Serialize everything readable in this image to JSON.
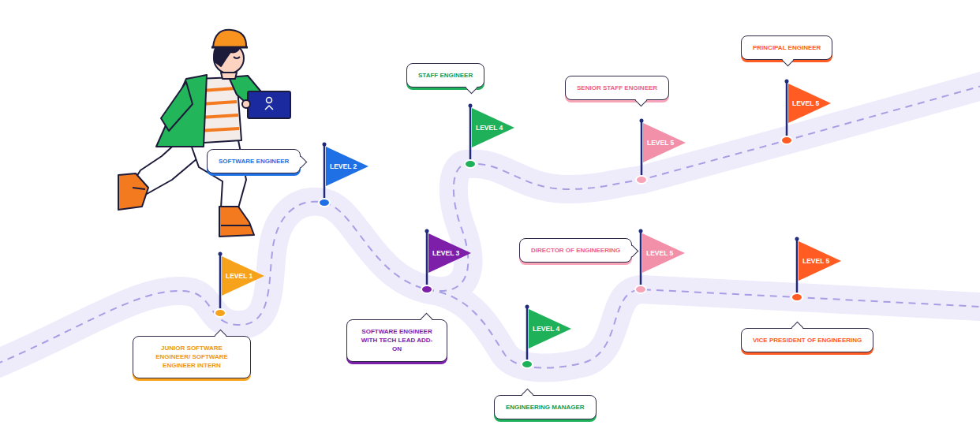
{
  "diagram": {
    "nodes": [
      {
        "text": [
          "JUNIOR SOFTWARE ENGINEER/ SOFTWARE ENGINEER INTERN"
        ]
      },
      {
        "text": [
          "LEVEL 1"
        ]
      },
      {
        "text": [
          "SOFTWARE ENGINEER"
        ]
      },
      {
        "text": [
          "LEVEL 2"
        ]
      },
      {
        "text": [
          "SOFTWARE ENGINEER WITH TECH LEAD ADD-ON"
        ]
      },
      {
        "text": [
          "LEVEL 3"
        ]
      },
      {
        "text": [
          "STAFF ENGINEER"
        ]
      },
      {
        "text": [
          "LEVEL 4"
        ]
      },
      {
        "text": [
          "ENGINEERING MANAGER"
        ]
      },
      {
        "text": [
          "LEVEL 4"
        ]
      },
      {
        "text": [
          "SENIOR STAFF ENGINEER"
        ]
      },
      {
        "text": [
          "LEVEL 5"
        ]
      },
      {
        "text": [
          "DIRECTOR OF ENGINEERING"
        ]
      },
      {
        "text": [
          "LEVEL 5"
        ]
      },
      {
        "text": [
          "PRINCIPAL ENGINEER"
        ]
      },
      {
        "text": [
          "LEVEL 5"
        ]
      },
      {
        "text": [
          "VICE PRESIDENT OF ENGINEERING"
        ]
      },
      {
        "text": [
          "LEVEL 5"
        ]
      }
    ]
  }
}
